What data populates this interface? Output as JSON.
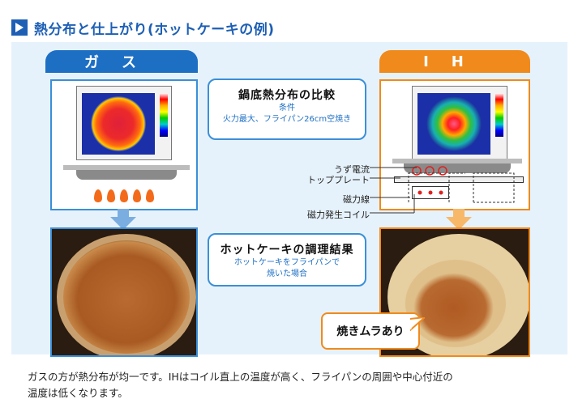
{
  "heading": {
    "title": "熱分布と仕上がり(ホットケーキの例)"
  },
  "gas": {
    "label": "ガス"
  },
  "ih": {
    "label": "IH"
  },
  "compare_box": {
    "title": "鍋底熱分布の比較",
    "line1": "条件",
    "line2": "火力最大、フライパン26cm空焼き"
  },
  "result_box": {
    "title": "ホットケーキの調理結果",
    "line1": "ホットケーキをフライパンで",
    "line2": "焼いた場合"
  },
  "ih_diagram_labels": [
    "うず電流",
    "トッププレート",
    "磁力線",
    "磁力発生コイル"
  ],
  "callout": "焼きムラあり",
  "caption": {
    "line1": "ガスの方が熱分布が均一です。IHはコイル直上の温度が高く、フライパンの周囲や中心付近の",
    "line2": "温度は低くなります。"
  },
  "colors": {
    "gas": "#1d6fc4",
    "ih": "#f08a1c",
    "panel": "#e6f2fb"
  }
}
